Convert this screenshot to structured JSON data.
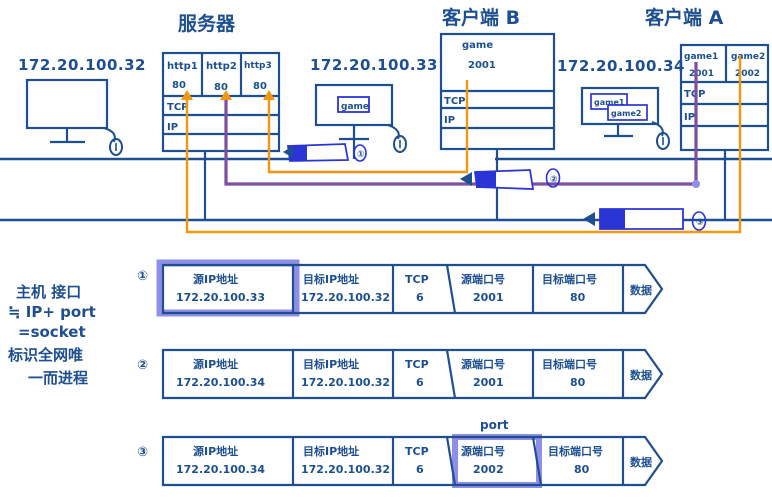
{
  "meta": {
    "kind": "handwritten-network-diagram",
    "ink_blue": "#1d4f91",
    "ink_orange": "#f2960d",
    "ink_purple": "#7d4fa0",
    "ink_bright_blue": "#2b35d6",
    "highlight": "#8f8ee8",
    "background": "#ffffff"
  },
  "topology": {
    "server": {
      "title": "服务器",
      "ip_label": "172.20.100.32",
      "stack": {
        "apps": [
          {
            "name": "http1",
            "port": "80"
          },
          {
            "name": "http2",
            "port": "80"
          },
          {
            "name": "http3",
            "port": "80"
          }
        ],
        "layers": [
          "TCP",
          "IP",
          ""
        ]
      }
    },
    "client_b": {
      "title": "客户端 B",
      "ip_label": "172.20.100.33",
      "window_label": "game",
      "stack": {
        "apps": [
          {
            "name": "game",
            "port": "2001"
          }
        ],
        "layers": [
          "TCP",
          "IP",
          ""
        ]
      }
    },
    "client_a": {
      "title": "客户端 A",
      "ip_label": "172.20.100.34",
      "windows": [
        "game1",
        "game2"
      ],
      "stack": {
        "apps": [
          {
            "name": "game1",
            "port": "2001"
          },
          {
            "name": "game2",
            "port": "2002"
          }
        ],
        "layers": [
          "TCP",
          "IP",
          ""
        ]
      }
    },
    "packets_on_wire": [
      {
        "id": "①",
        "direction": "left"
      },
      {
        "id": "②",
        "direction": "left"
      },
      {
        "id": "③",
        "direction": "left"
      }
    ]
  },
  "note": {
    "lines": [
      "主机  接口",
      "≒ IP+ port",
      "=socket",
      "标识全网唯",
      "一而进程"
    ]
  },
  "packet_table": {
    "columns": [
      "源IP地址",
      "目标IP地址",
      "TCP",
      "源端口号",
      "目标端口号",
      "数据"
    ],
    "rows": [
      {
        "id": "①",
        "values": [
          "172.20.100.33",
          "172.20.100.32",
          "6",
          "2001",
          "80",
          ""
        ],
        "highlight_cell": 0
      },
      {
        "id": "②",
        "values": [
          "172.20.100.34",
          "172.20.100.32",
          "6",
          "2001",
          "80",
          ""
        ],
        "highlight_cell": -1
      },
      {
        "id": "③",
        "values": [
          "172.20.100.34",
          "172.20.100.32",
          "6",
          "2002",
          "80",
          ""
        ],
        "highlight_cell": 3,
        "annotation": "port"
      }
    ]
  }
}
